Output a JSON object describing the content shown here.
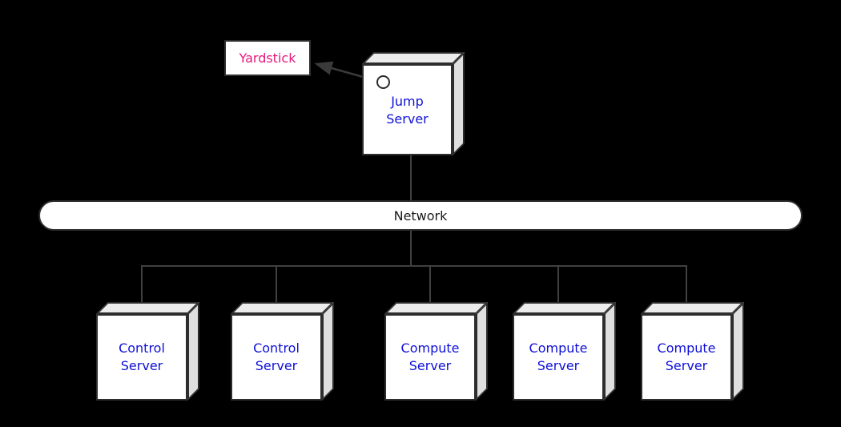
{
  "diagram": {
    "type": "network-architecture",
    "background_color": "#000000",
    "line_color": "#404040",
    "node_fill": "#ffffff",
    "node_side_fill": "#ececec",
    "node_border_color": "#2d2d2d",
    "server_text_color": "#0f10d8",
    "yardstick_text_color": "#e6187d"
  },
  "yardstick": {
    "label": "Yardstick"
  },
  "jump_server": {
    "label": "Jump Server"
  },
  "network": {
    "label": "Network"
  },
  "servers": [
    {
      "label": "Control Server"
    },
    {
      "label": "Control Server"
    },
    {
      "label": "Compute Server"
    },
    {
      "label": "Compute Server"
    },
    {
      "label": "Compute Server"
    }
  ]
}
